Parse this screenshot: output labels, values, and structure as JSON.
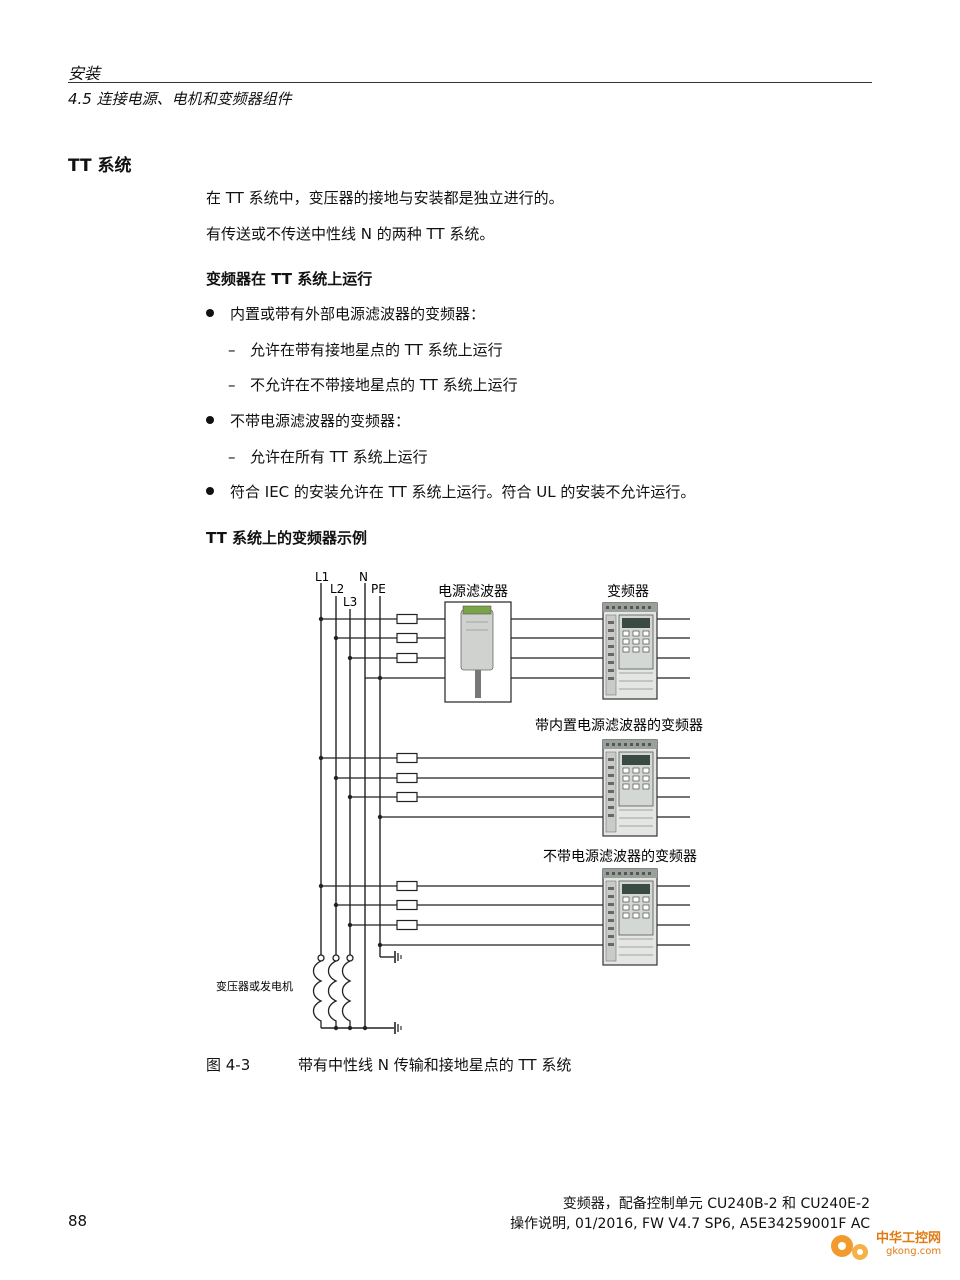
{
  "header": {
    "chapter": "安装",
    "section": "4.5 连接电源、电机和变频器组件"
  },
  "section_title": "TT 系统",
  "paragraphs": [
    "在 TT 系统中，变压器的接地与安装都是独立进行的。",
    "有传送或不传送中性线 N 的两种 TT 系统。"
  ],
  "subheading1": "变频器在 TT 系统上运行",
  "list": {
    "b1": "内置或带有外部电源滤波器的变频器：",
    "b1_d1": "允许在带有接地星点的 TT 系统上运行",
    "b1_d2": "不允许在不带接地星点的 TT 系统上运行",
    "b2": "不带电源滤波器的变频器：",
    "b2_d1": "允许在所有 TT 系统上运行",
    "b3": "符合 IEC 的安装允许在 TT 系统上运行。符合 UL 的安装不允许运行。"
  },
  "dash_symbol": "–",
  "subheading2": "TT 系统上的变频器示例",
  "diagram": {
    "labels": {
      "l1": "L1",
      "l2": "L2",
      "l3": "L3",
      "n": "N",
      "pe": "PE",
      "filter": "电源滤波器",
      "inverter": "变频器",
      "inverter_internal": "带内置电源滤波器的变频器",
      "inverter_nofilter": "不带电源滤波器的变频器",
      "transformer": "变压器或发电机"
    }
  },
  "figure": {
    "number": "图 4-3",
    "caption": "带有中性线 N 传输和接地星点的 TT 系统"
  },
  "footer": {
    "page": "88",
    "line1": "变频器，配备控制单元 CU240B-2 和 CU240E-2",
    "line2": "操作说明, 01/2016, FW V4.7 SP6, A5E34259001F AC"
  },
  "watermark": {
    "name": "中华工控网",
    "url": "gkong.com"
  }
}
